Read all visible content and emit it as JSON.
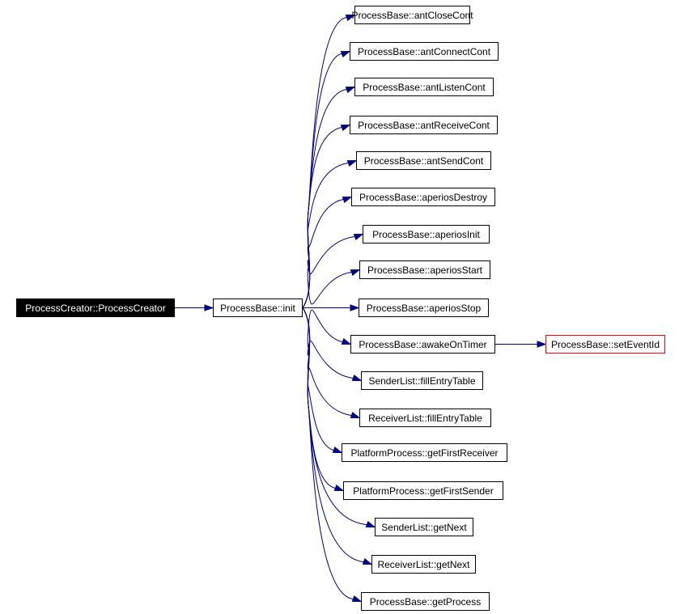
{
  "diagram": {
    "root": {
      "label": "ProcessCreator::ProcessCreator"
    },
    "hub": {
      "label": "ProcessBase::init"
    },
    "callees": [
      {
        "label": "ProcessBase::antCloseCont"
      },
      {
        "label": "ProcessBase::antConnectCont"
      },
      {
        "label": "ProcessBase::antListenCont"
      },
      {
        "label": "ProcessBase::antReceiveCont"
      },
      {
        "label": "ProcessBase::antSendCont"
      },
      {
        "label": "ProcessBase::aperiosDestroy"
      },
      {
        "label": "ProcessBase::aperiosInit"
      },
      {
        "label": "ProcessBase::aperiosStart"
      },
      {
        "label": "ProcessBase::aperiosStop"
      },
      {
        "label": "ProcessBase::awakeOnTimer"
      },
      {
        "label": "SenderList::fillEntryTable"
      },
      {
        "label": "ReceiverList::fillEntryTable"
      },
      {
        "label": "PlatformProcess::getFirstReceiver"
      },
      {
        "label": "PlatformProcess::getFirstSender"
      },
      {
        "label": "SenderList::getNext"
      },
      {
        "label": "ReceiverList::getNext"
      },
      {
        "label": "ProcessBase::getProcess"
      }
    ],
    "secondary": {
      "label": "ProcessBase::setEventId",
      "caller": "ProcessBase::awakeOnTimer"
    },
    "colors": {
      "edge": "#000080",
      "root_fill": "#000000",
      "root_text": "#ffffff",
      "node_border": "#000000",
      "secondary_border": "#ff0000"
    }
  }
}
